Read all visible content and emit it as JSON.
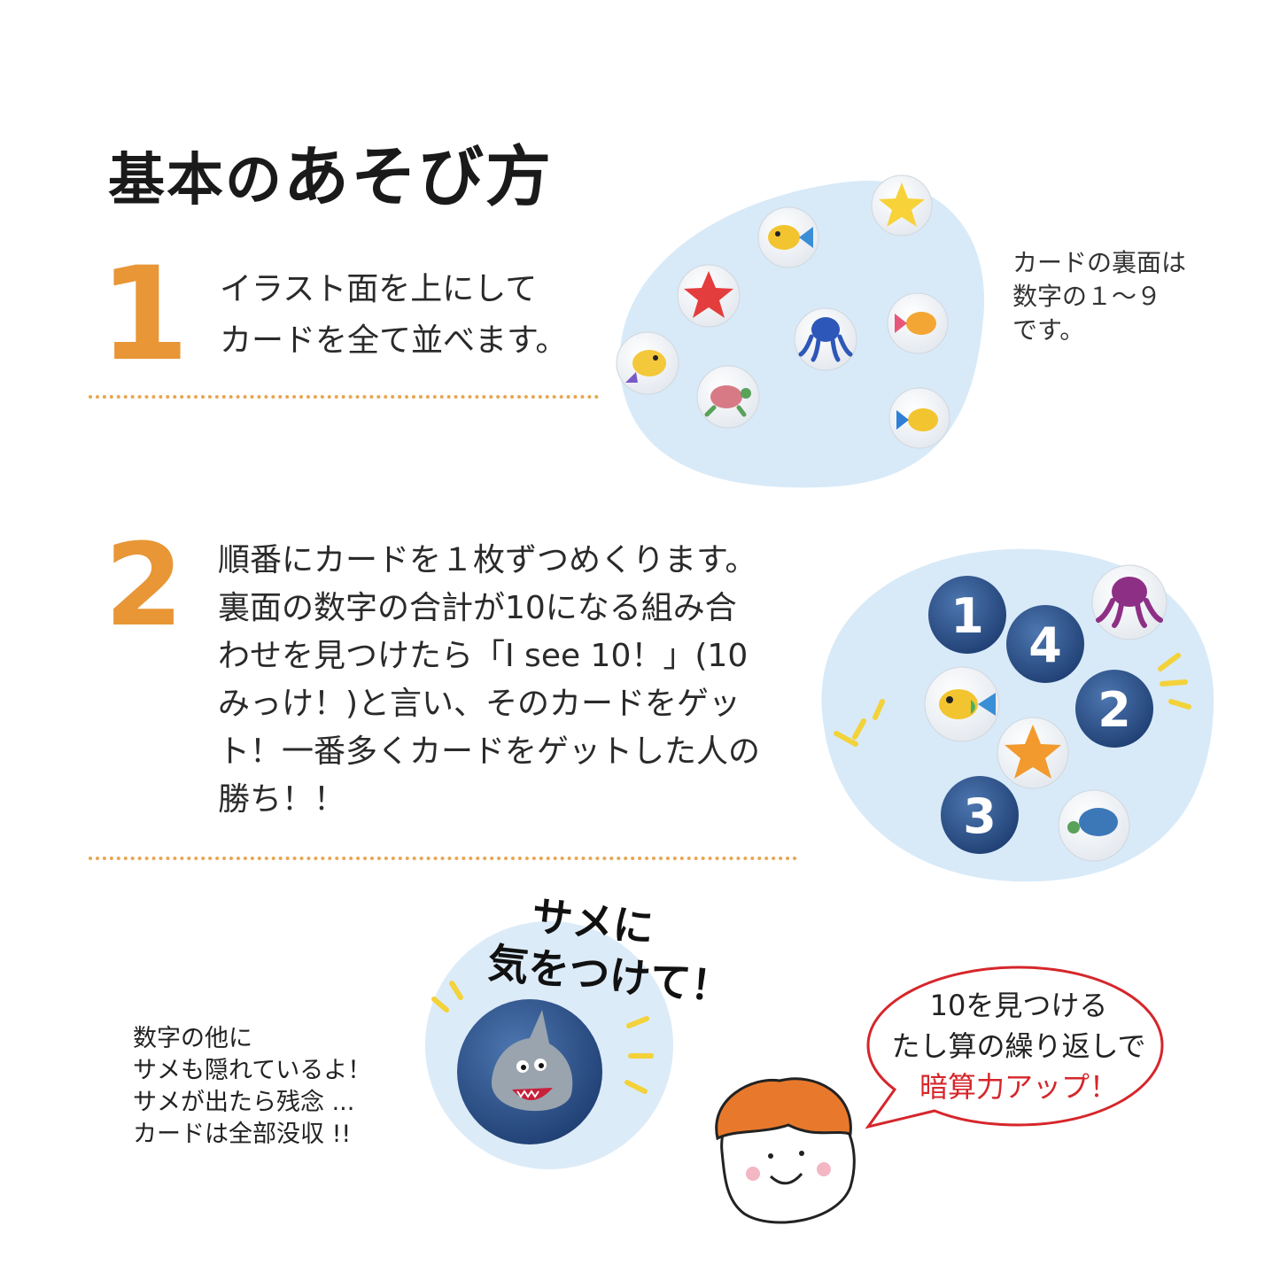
{
  "title": {
    "prefix": "基本の",
    "main": "あそび方"
  },
  "steps": [
    {
      "number": "1",
      "lines": [
        "イラスト面を上にして",
        "カードを全て並べます。"
      ]
    },
    {
      "number": "2",
      "lines": [
        "順番にカードを１枚ずつめくります。",
        "裏面の数字の合計が10になる組み合",
        "わせを見つけたら「I see 10！」(10",
        "みっけ！)と言い、そのカードをゲッ",
        "ト！一番多くカードをゲットした人の",
        "勝ち！！"
      ]
    }
  ],
  "card_back_note": [
    "カードの裏面は",
    "数字の１～９",
    "です。"
  ],
  "card_numbers": [
    "1",
    "4",
    "2",
    "3"
  ],
  "shark_callout": [
    "サメに",
    "気をつけて！"
  ],
  "shark_note": [
    "数字の他に",
    "サメも隠れているよ！",
    "サメが出たら残念 ...",
    "カードは全部没収 !!"
  ],
  "speech_bubble": {
    "line1": "10を見つける",
    "line2": "たし算の繰り返しで",
    "highlight": "暗算力アップ！"
  },
  "colors": {
    "accent_orange": "#e89636",
    "highlight_red": "#d6262b",
    "water_blue": "#d6e9f7",
    "card_navy": "#2a4f86"
  }
}
